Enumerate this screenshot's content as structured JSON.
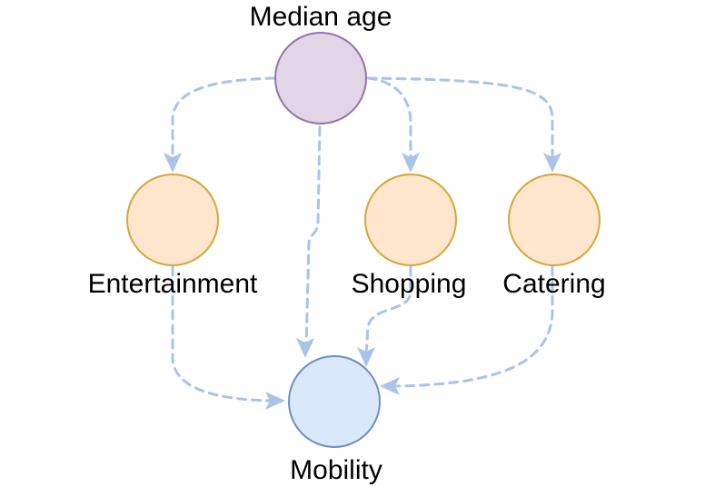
{
  "nodes": {
    "median_age": {
      "label": "Median age",
      "fill": "#e1d5e7",
      "stroke": "#9673a6"
    },
    "entertainment": {
      "label": "Entertainment",
      "fill": "#ffe6cc",
      "stroke": "#d6a53a"
    },
    "shopping": {
      "label": "Shopping",
      "fill": "#ffe6cc",
      "stroke": "#d6a53a"
    },
    "catering": {
      "label": "Catering",
      "fill": "#ffe6cc",
      "stroke": "#d6a53a"
    },
    "mobility": {
      "label": "Mobility",
      "fill": "#dae8fc",
      "stroke": "#6c8ebf"
    }
  },
  "edges": [
    {
      "from": "Median age",
      "to": "Entertainment"
    },
    {
      "from": "Median age",
      "to": "Shopping"
    },
    {
      "from": "Median age",
      "to": "Catering"
    },
    {
      "from": "Median age",
      "to": "Mobility"
    },
    {
      "from": "Entertainment",
      "to": "Mobility"
    },
    {
      "from": "Shopping",
      "to": "Mobility"
    },
    {
      "from": "Catering",
      "to": "Mobility"
    }
  ],
  "colors": {
    "edge": "#a9c4e8",
    "text": "#000000",
    "background": "#ffffff"
  }
}
